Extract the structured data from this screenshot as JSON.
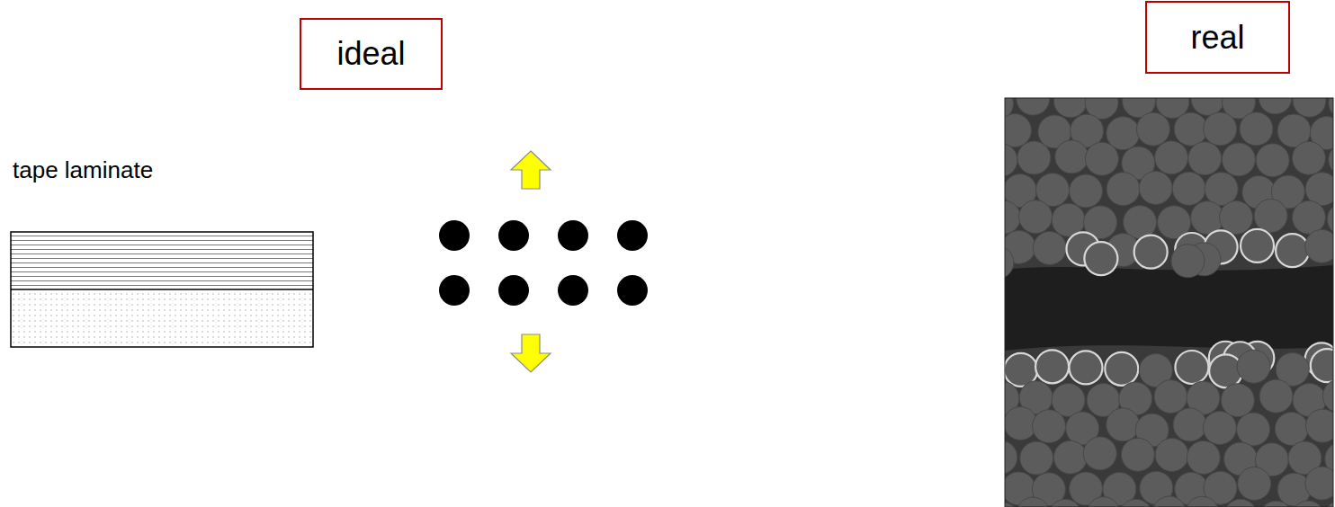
{
  "diagram": {
    "nodes": [
      {
        "text": [
          "ideal"
        ]
      },
      {
        "text": [
          "real"
        ]
      }
    ],
    "labels": [
      "tape laminate"
    ]
  }
}
